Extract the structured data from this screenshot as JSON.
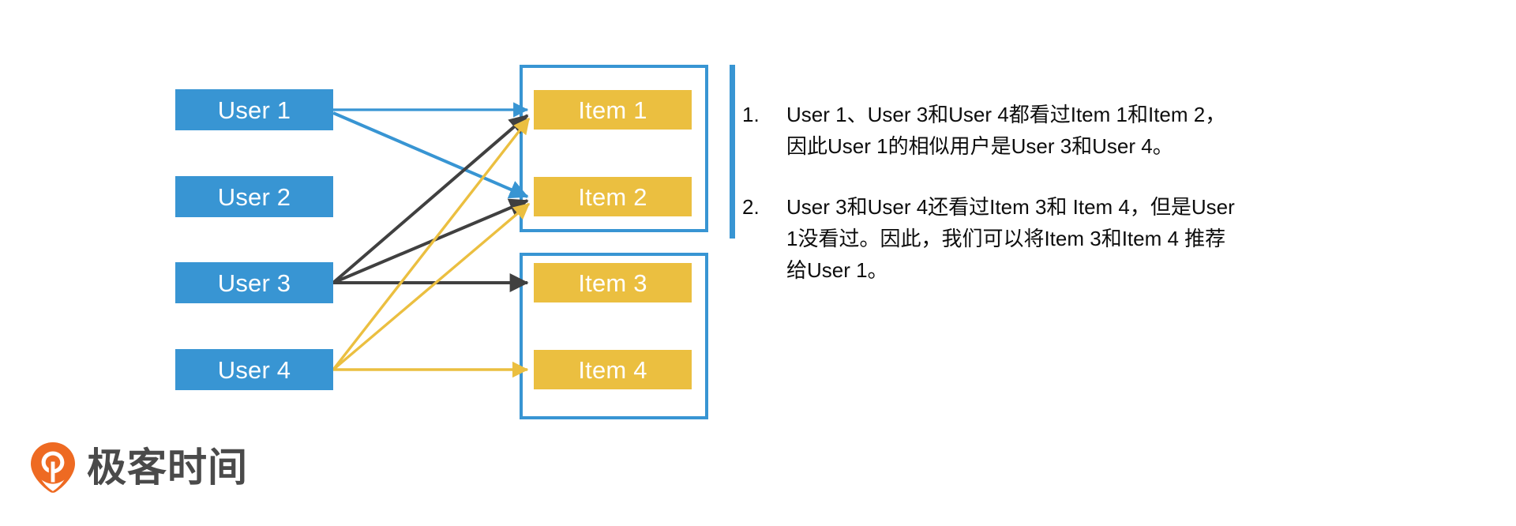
{
  "colors": {
    "user_box": "#3895d3",
    "item_box": "#ebbf40",
    "frame": "#3895d3",
    "edge_blue": "#3895d3",
    "edge_gray": "#404040",
    "edge_yellow": "#ebbf40",
    "text": "#0d0d0d",
    "logo_orange": "#ee6a22",
    "logo_text": "#4a4a4a"
  },
  "diagram": {
    "users": [
      {
        "label": "User 1"
      },
      {
        "label": "User 2"
      },
      {
        "label": "User 3"
      },
      {
        "label": "User 4"
      }
    ],
    "items": [
      {
        "label": "Item 1"
      },
      {
        "label": "Item 2"
      },
      {
        "label": "Item 3"
      },
      {
        "label": "Item 4"
      }
    ],
    "groups": [
      {
        "name": "seen-by-all-group",
        "items": [
          "Item 1",
          "Item 2"
        ]
      },
      {
        "name": "recommend-group",
        "items": [
          "Item 3",
          "Item 4"
        ]
      }
    ],
    "edges": [
      {
        "from": "User 1",
        "to": "Item 1",
        "color": "#3895d3"
      },
      {
        "from": "User 1",
        "to": "Item 2",
        "color": "#3895d3"
      },
      {
        "from": "User 3",
        "to": "Item 1",
        "color": "#404040"
      },
      {
        "from": "User 3",
        "to": "Item 2",
        "color": "#404040"
      },
      {
        "from": "User 3",
        "to": "Item 3",
        "color": "#404040"
      },
      {
        "from": "User 4",
        "to": "Item 1",
        "color": "#ebbf40"
      },
      {
        "from": "User 4",
        "to": "Item 2",
        "color": "#ebbf40"
      },
      {
        "from": "User 4",
        "to": "Item 4",
        "color": "#ebbf40"
      }
    ]
  },
  "notes": [
    {
      "number": "1.",
      "lines": [
        "User 1、User 3和User 4都看过Item 1和Item 2，",
        "因此User 1的相似用户是User 3和User 4。"
      ]
    },
    {
      "number": "2.",
      "lines": [
        "User 3和User 4还看过Item 3和 Item 4，但是User",
        "1没看过。因此，我们可以将Item 3和Item 4 推荐",
        "给User 1。"
      ]
    }
  ],
  "logo": {
    "text": "极客时间",
    "mark": "geektime-pin-icon"
  }
}
